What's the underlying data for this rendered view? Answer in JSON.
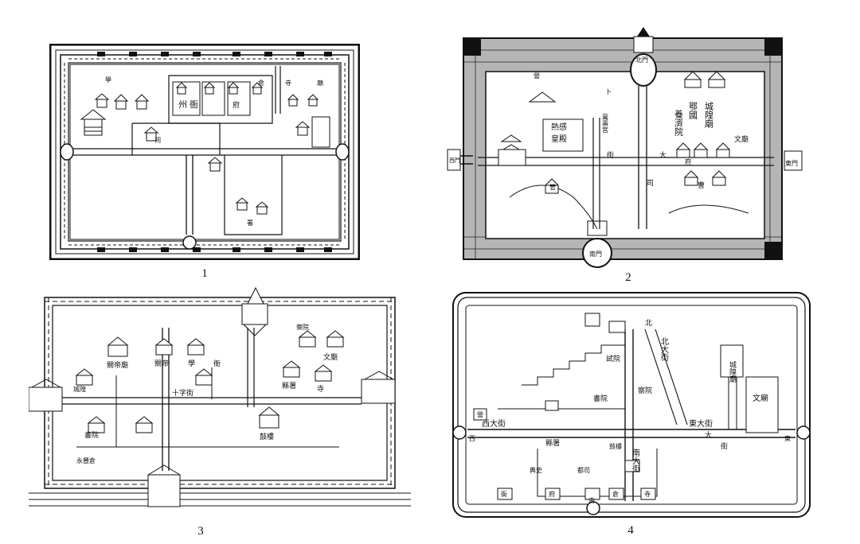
{
  "figure": {
    "panels": [
      {
        "number": "1",
        "labels": [
          "州",
          "衙",
          "府",
          "寺",
          "廟",
          "倉",
          "學",
          "祠",
          "署"
        ]
      },
      {
        "number": "2",
        "labels": [
          "城隍廟",
          "鄂國",
          "養濟院",
          "皇殿",
          "熱感",
          "萬壽宮",
          "文廟",
          "北門",
          "東門",
          "西門",
          "南門",
          "大",
          "街",
          "司",
          "曹",
          "府",
          "管",
          "營",
          "卜"
        ]
      },
      {
        "number": "3",
        "labels": [
          "關帝廟",
          "關帝",
          "文廟",
          "縣署",
          "書院",
          "學",
          "衙",
          "寺",
          "十字街",
          "鼓樓",
          "永豐倉",
          "城隍",
          "察院"
        ]
      },
      {
        "number": "4",
        "labels": [
          "城隍廟",
          "北大街",
          "南大街",
          "西大街",
          "東大街",
          "文廟",
          "試院",
          "察院",
          "縣署",
          "書院",
          "典史",
          "都司",
          "鼓樓",
          "大",
          "街",
          "北",
          "東",
          "西",
          "南",
          "衙",
          "府",
          "倉",
          "寺",
          "營"
        ]
      }
    ]
  }
}
